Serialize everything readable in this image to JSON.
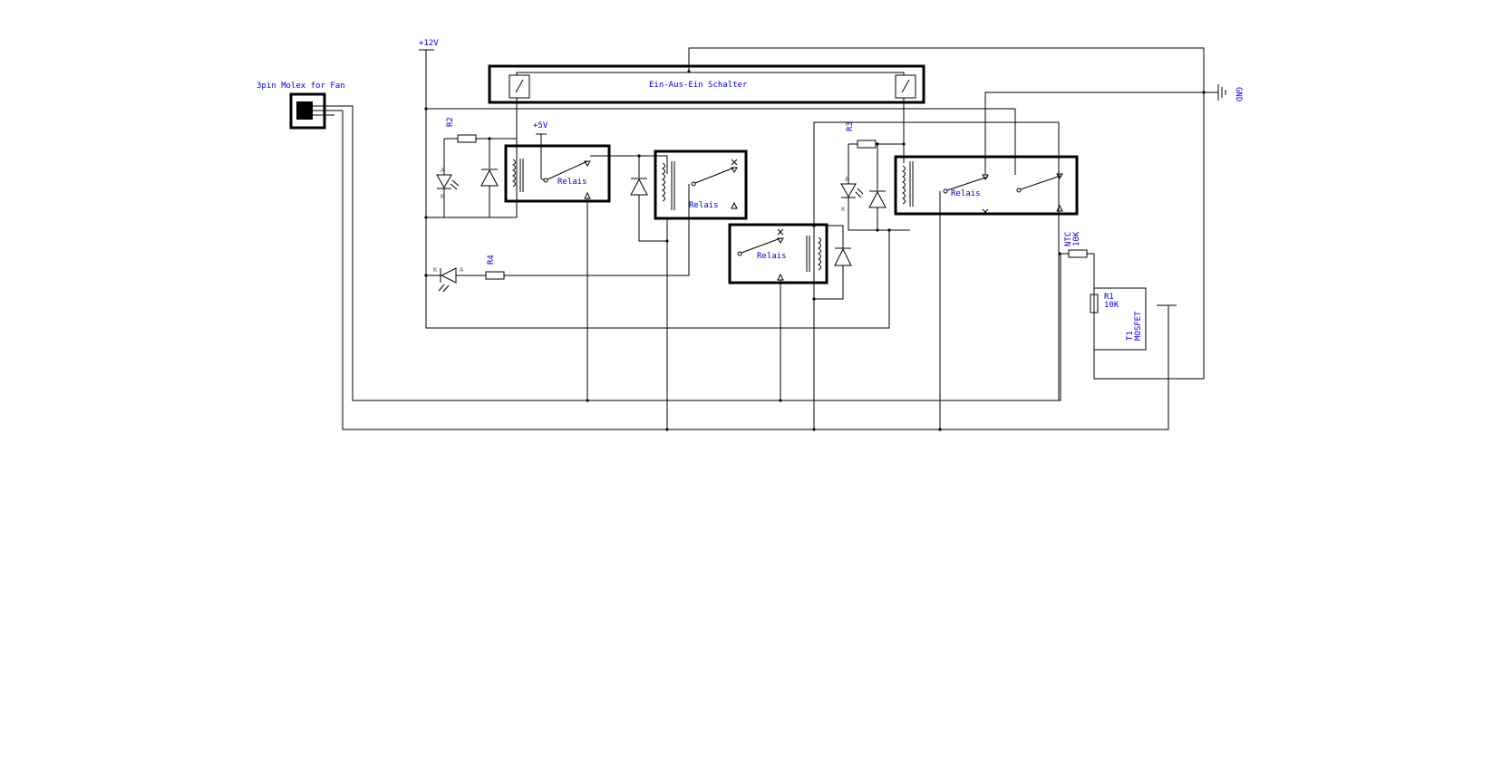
{
  "diagram": {
    "labels": {
      "fan_connector": "3pin Molex for Fan",
      "v12": "+12V",
      "v5": "+5V",
      "switch": "Ein-Aus-Ein Schalter",
      "gnd": "GND",
      "r2": "R2",
      "r3": "R3",
      "r4": "R4",
      "relay1": "Relais",
      "relay2": "Relais",
      "relay3": "Relais",
      "relay4": "Relais",
      "ntc_line1": "NTC",
      "ntc_line2": "10K",
      "r1_line1": "R1",
      "r1_line2": "10K",
      "t1_line1": "T1",
      "t1_line2": "MOSFET",
      "pin_a": "A",
      "pin_k": "K"
    }
  }
}
